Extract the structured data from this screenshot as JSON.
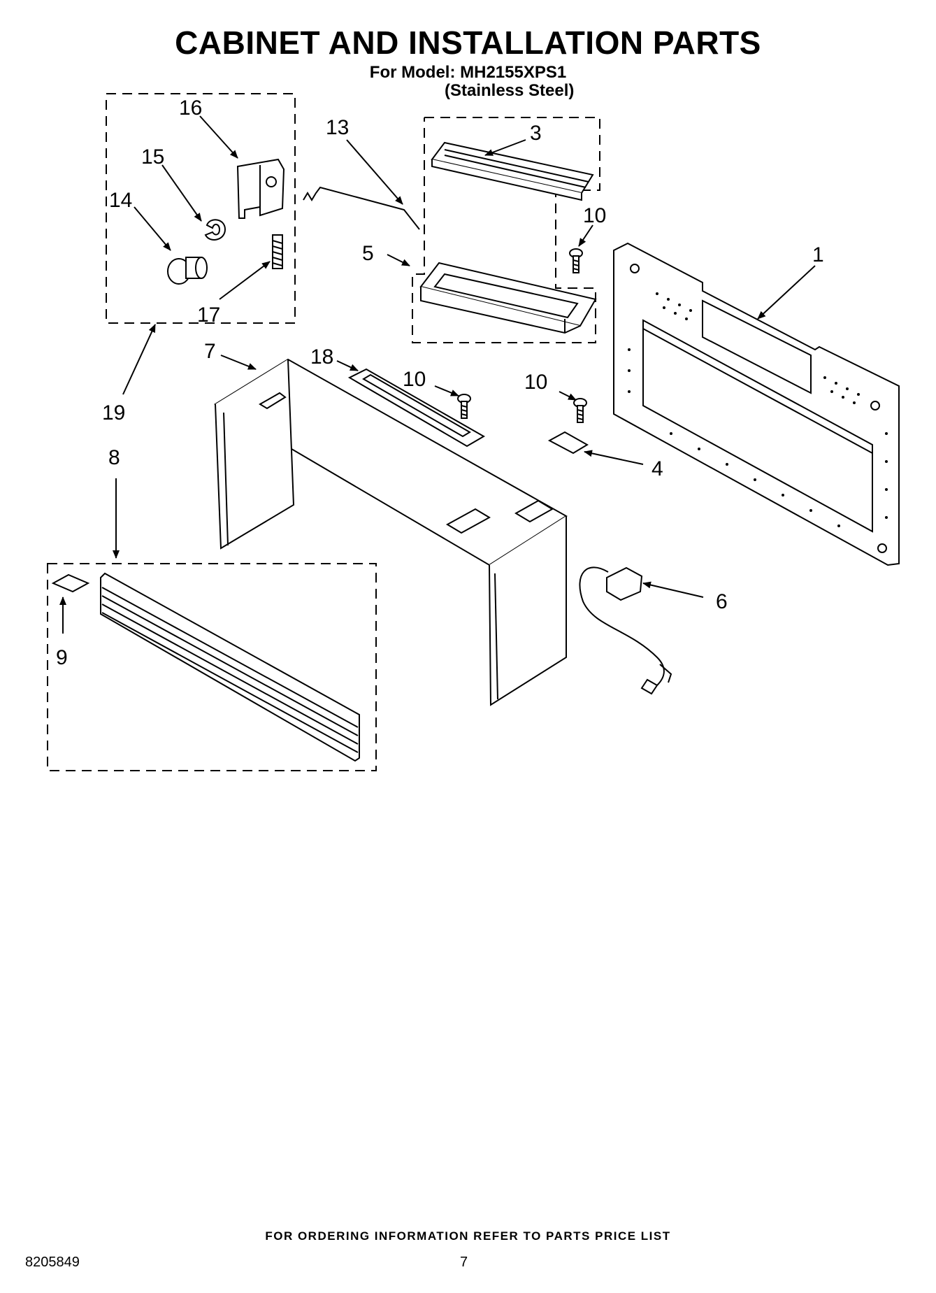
{
  "header": {
    "title": "CABINET AND INSTALLATION PARTS",
    "model": "For Model: MH2155XPS1",
    "variant": "(Stainless Steel)"
  },
  "callouts": {
    "c1": "1",
    "c3": "3",
    "c4": "4",
    "c5": "5",
    "c6": "6",
    "c7": "7",
    "c8": "8",
    "c9": "9",
    "c10a": "10",
    "c10b": "10",
    "c10c": "10",
    "c13": "13",
    "c14": "14",
    "c15": "15",
    "c16": "16",
    "c17": "17",
    "c18": "18",
    "c19": "19"
  },
  "footer": {
    "note": "FOR ORDERING INFORMATION REFER TO PARTS PRICE LIST",
    "doc_number": "8205849",
    "page_number": "7"
  }
}
